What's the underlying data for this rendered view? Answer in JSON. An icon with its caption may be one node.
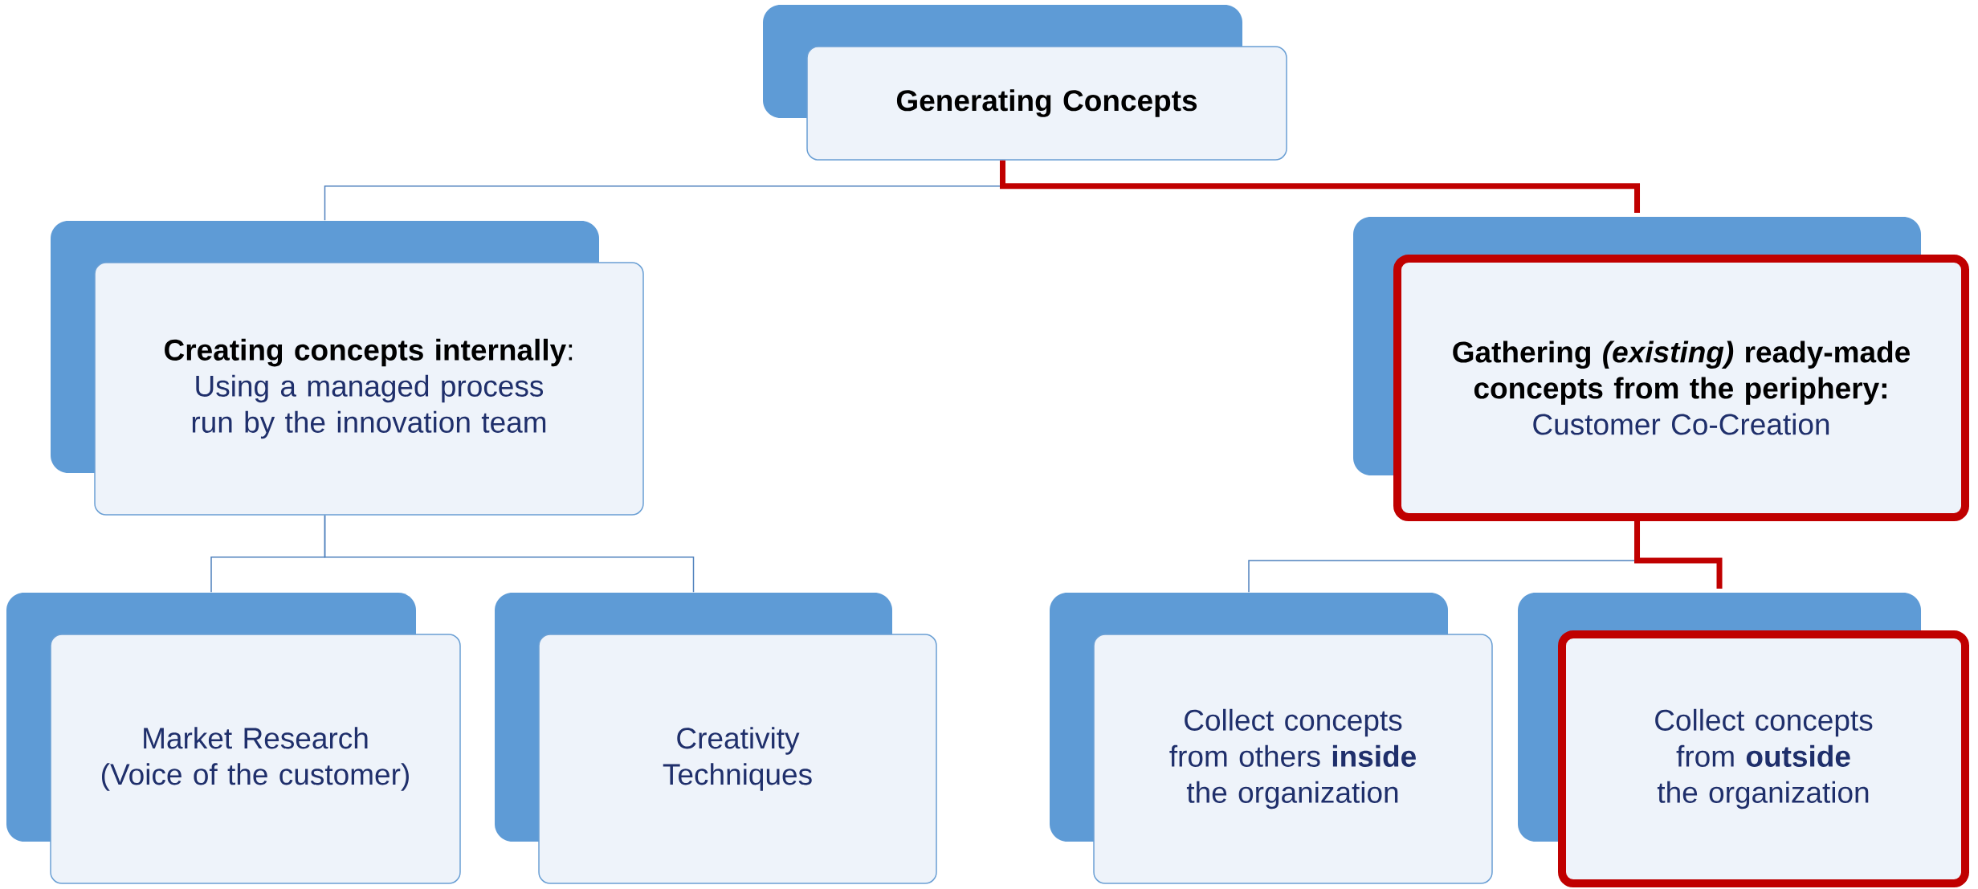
{
  "diagram": {
    "nodes": [
      {
        "text": [
          "Generating Concepts"
        ]
      },
      {
        "text": [
          "**Creating concepts internally**:",
          "Using a managed process run by the innovation team"
        ]
      },
      {
        "text": [
          "Gathering *(existing)* ready-made concepts from the periphery:",
          "Customer Co-Creation"
        ]
      },
      {
        "text": [
          "Market Research (Voice of the customer)"
        ]
      },
      {
        "text": [
          "Creativity Techniques"
        ]
      },
      {
        "text": [
          "Collect concepts from others **inside** the organization"
        ]
      },
      {
        "text": [
          "Collect concepts from **outside** the organization"
        ]
      }
    ],
    "edges": [
      {
        "from": 0,
        "to": 1,
        "arrow": "none"
      },
      {
        "from": 0,
        "to": 2,
        "arrow": "none",
        "style": "thick",
        "color": "#c00000"
      },
      {
        "from": 1,
        "to": 3,
        "arrow": "none"
      },
      {
        "from": 1,
        "to": 4,
        "arrow": "none"
      },
      {
        "from": 2,
        "to": 5,
        "arrow": "none"
      },
      {
        "from": 2,
        "to": 6,
        "arrow": "none",
        "style": "thick",
        "color": "#c00000"
      }
    ]
  }
}
